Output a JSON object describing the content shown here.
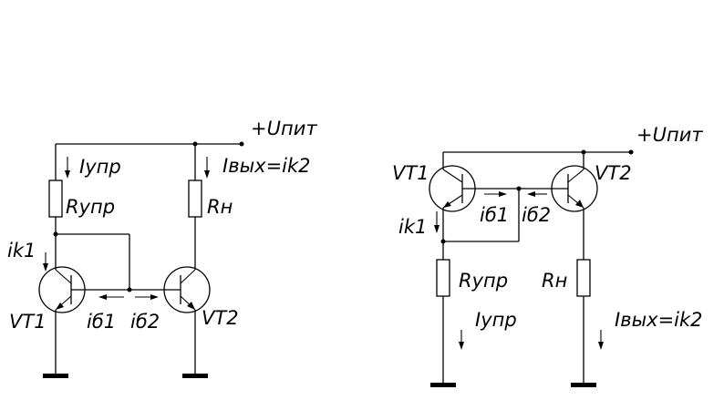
{
  "left_circuit": {
    "supply_label": "+Uпит",
    "i_upr_label": "Iупр",
    "r_upr_label": "Rупр",
    "i_out_label": "Iвых=ik2",
    "r_load_label": "Rн",
    "ik1_label": "ik1",
    "vt1_label": "VT1",
    "vt2_label": "VT2",
    "ib1_label": "iб1",
    "ib2_label": "iб2"
  },
  "right_circuit": {
    "supply_label": "+Uпит",
    "vt1_label": "VT1",
    "vt2_label": "VT2",
    "ib1_label": "iб1",
    "ib2_label": "iб2",
    "ik1_label": "ik1",
    "r_upr_label": "Rупр",
    "r_load_label": "Rн",
    "i_upr_label": "Iупр",
    "i_out_label": "Iвых=ik2"
  }
}
